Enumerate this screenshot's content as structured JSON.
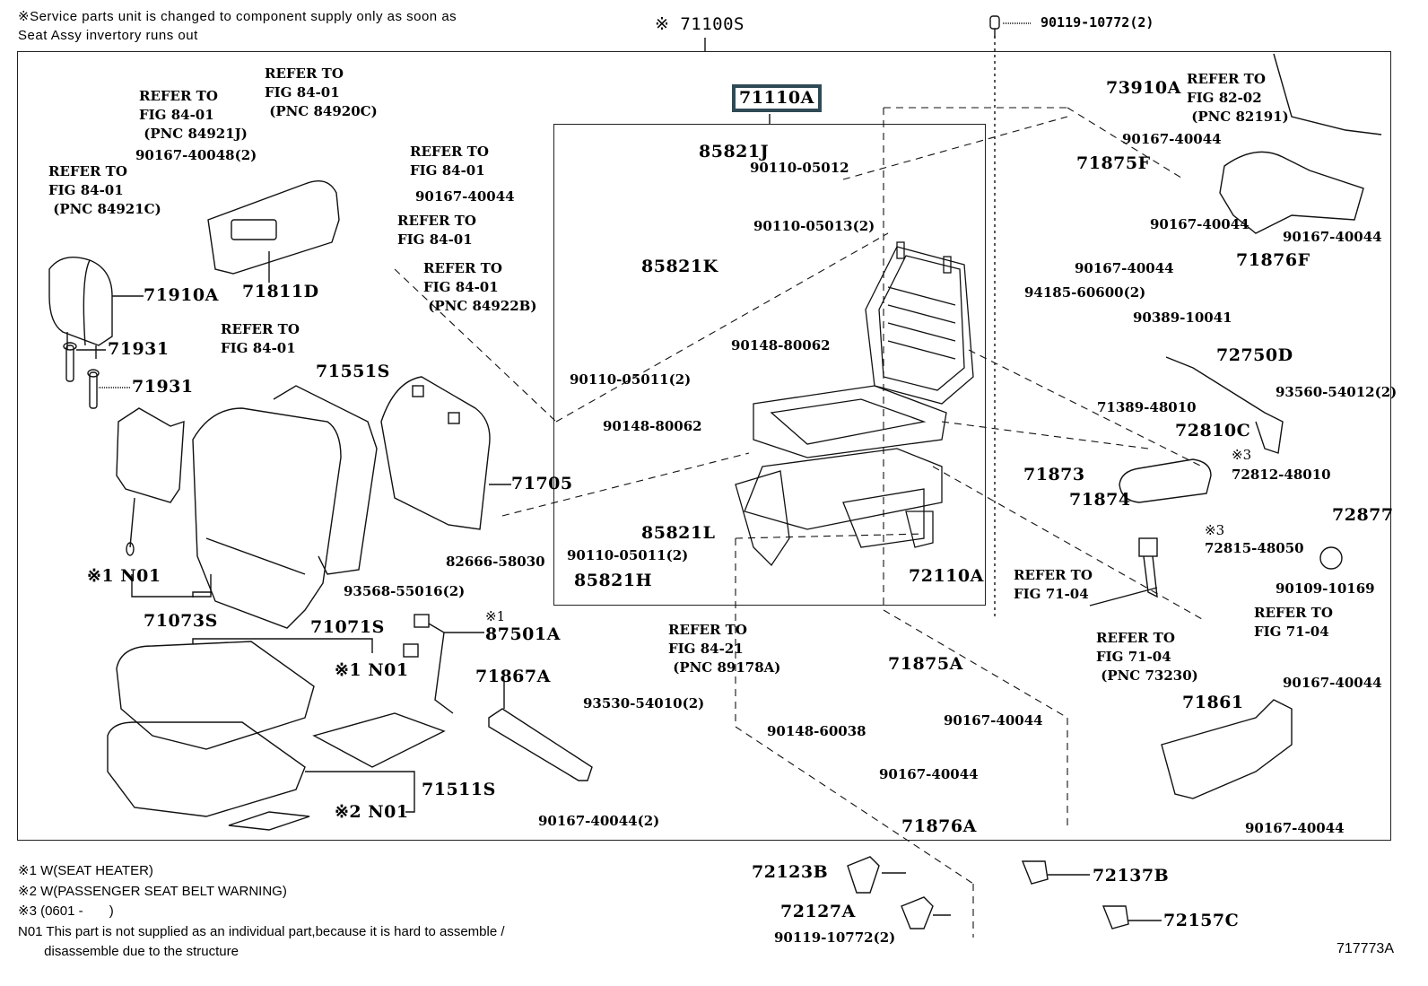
{
  "header_note": [
    "※Service parts unit is changed to component supply only as soon as",
    "Seat Assy invertory runs out"
  ],
  "assembly_label": "※ 71100S",
  "highlighted_part": "71110A",
  "figure_number": "717773A",
  "legend": [
    "※1 W(SEAT HEATER)",
    "※2 W(PASSENGER SEAT BELT WARNING)",
    "※3 (0601 -       )",
    "N01  This part is not supplied as an individual part,because it is hard to assemble /",
    "       disassemble due to the structure"
  ],
  "labels": {
    "top_bolt": "90119-10772(2)",
    "ref_84921j": "REFER TO\nFIG 84-01\n (PNC 84921J)",
    "ref_84920c": "REFER TO\nFIG 84-01\n (PNC 84920C)",
    "ref_84921c": "REFER TO\nFIG 84-01\n (PNC 84921C)",
    "p90167_40048": "90167-40048(2)",
    "ref_8401_a": "REFER TO\nFIG 84-01",
    "p90167_40044_a": "90167-40044",
    "ref_8401_b": "REFER TO\nFIG 84-01",
    "ref_84922b": "REFER TO\nFIG 84-01\n (PNC 84922B)",
    "ref_8401_c": "REFER TO\nFIG 84-01",
    "p71910a": "71910A",
    "p71811d": "71811D",
    "p71931_a": "71931",
    "p71931_b": "71931",
    "p71551s": "71551S",
    "p71705": "71705",
    "p82666": "82666-58030",
    "p93568": "93568-55016(2)",
    "n01_back": "※1 N01",
    "p71073s": "71073S",
    "p71071s": "71071S",
    "p87501a_mark": "※1",
    "p87501a": "87501A",
    "n01_cushion": "※1 N01",
    "p71511s": "71511S",
    "n01_belt": "※2 N01",
    "p71867a": "71867A",
    "p93530": "93530-54010(2)",
    "p90167_40044_2": "90167-40044(2)",
    "p85821j": "85821J",
    "p90110_05012": "90110-05012",
    "p90110_05013": "90110-05013(2)",
    "p85821k": "85821K",
    "p90148_80062_a": "90148-80062",
    "p90110_05011_a": "90110-05011(2)",
    "p90148_80062_b": "90148-80062",
    "p85821l": "85821L",
    "p90110_05011_b": "90110-05011(2)",
    "p85821h": "85821H",
    "p72110a": "72110A",
    "ref_89178a": "REFER TO\nFIG 84-21\n (PNC 89178A)",
    "p90148_60038": "90148-60038",
    "p71875a": "71875A",
    "p90167_40044_c": "90167-40044",
    "p90167_40044_d": "90167-40044",
    "p71876a": "71876A",
    "p73910a": "73910A",
    "ref_82191": "REFER TO\nFIG 82-02\n (PNC 82191)",
    "p90167_40044_e": "90167-40044",
    "p71875f": "71875F",
    "p90167_40044_f": "90167-40044",
    "p90167_40044_g": "90167-40044",
    "p90167_40044_h": "90167-40044",
    "p71876f": "71876F",
    "p94185": "94185-60600(2)",
    "p90389": "90389-10041",
    "p72750d": "72750D",
    "p93560": "93560-54012(2)",
    "p71389": "71389-48010",
    "p72810c": "72810C",
    "p71873": "71873",
    "p71874": "71874",
    "mark3_a": "※3",
    "p72812": "72812-48010",
    "p72877": "72877",
    "mark3_b": "※3",
    "p72815": "72815-48050",
    "p90109": "90109-10169",
    "ref_7104_a": "REFER TO\nFIG 71-04",
    "ref_7104_b": "REFER TO\nFIG 71-04",
    "ref_73230": "REFER TO\nFIG 71-04\n (PNC 73230)",
    "p71861": "71861",
    "p90167_40044_i": "90167-40044",
    "p90167_40044_j": "90167-40044",
    "p72123b": "72123B",
    "p72127a": "72127A",
    "p90119_bottom": "90119-10772(2)",
    "p72137b": "72137B",
    "p72157c": "72157C"
  }
}
